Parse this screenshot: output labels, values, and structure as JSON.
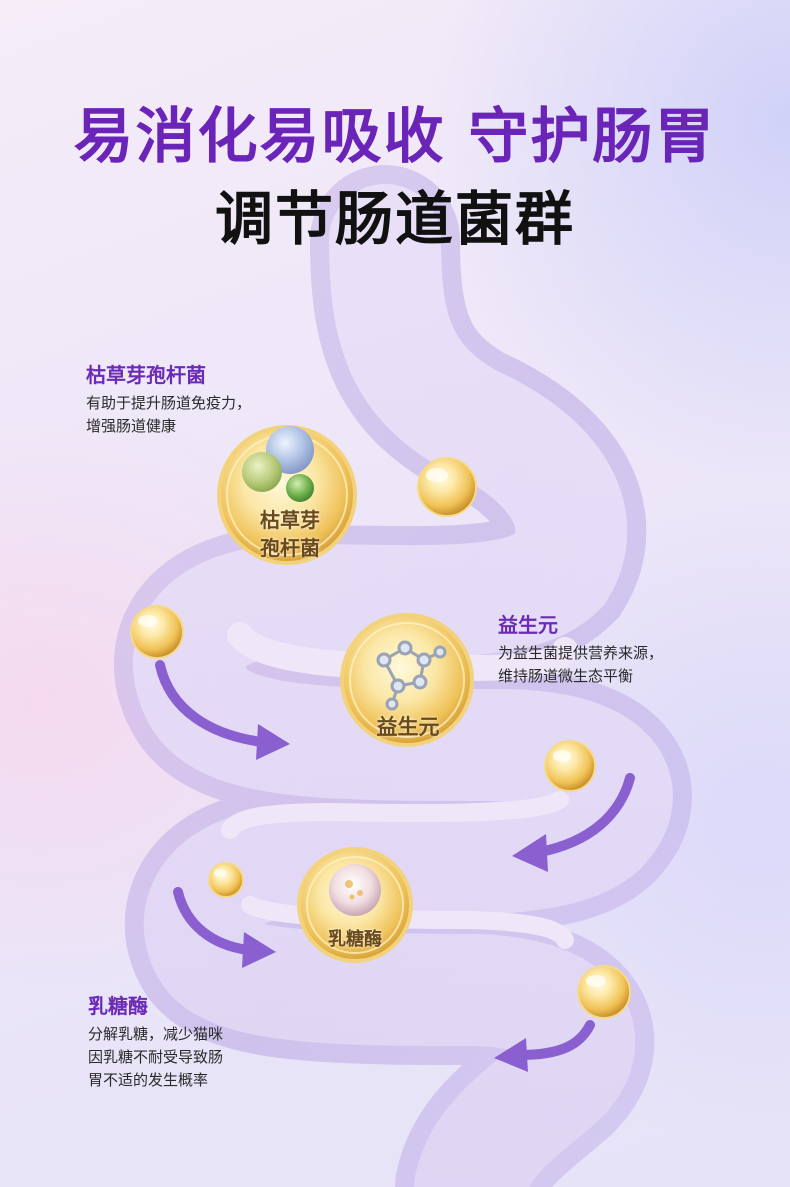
{
  "headline": {
    "line1": "易消化易吸收 守护肠胃",
    "line2": "调节肠道菌群"
  },
  "callouts": {
    "bacillus": {
      "title": "枯草芽孢杆菌",
      "desc_line1": "有助于提升肠道免疫力，",
      "desc_line2": "增强肠道健康"
    },
    "prebiotic": {
      "title": "益生元",
      "desc_line1": "为益生菌提供营养来源，",
      "desc_line2": "维持肠道微生态平衡"
    },
    "lactase": {
      "title": "乳糖酶",
      "desc_line1": "分解乳糖，减少猫咪",
      "desc_line2": "因乳糖不耐受导致肠",
      "desc_line3": "胃不适的发生概率"
    }
  },
  "capsules": {
    "bacillus": {
      "line1": "枯草芽",
      "line2": "孢杆菌"
    },
    "prebiotic": {
      "label": "益生元"
    },
    "lactase": {
      "label": "乳糖酶"
    }
  },
  "colors": {
    "headline_accent": "#6a25b8",
    "headline_dark": "#111111",
    "callout_title": "#6b2bb6",
    "arrow": "#8a5fd0",
    "gold": "#e8b84a"
  },
  "icons": {
    "flow_arrow": "curved-arrow-icon",
    "capsule": "gold-bubble",
    "molecule": "molecule-icon"
  }
}
